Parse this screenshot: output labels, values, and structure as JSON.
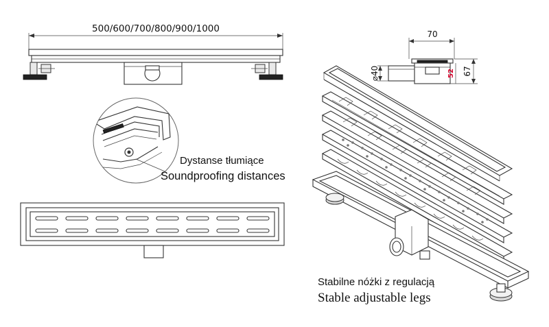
{
  "top_view": {
    "length_dimension": "500/600/700/800/900/1000"
  },
  "detail": {
    "label_pl": "Dystanse tłumiące",
    "label_en": "Soundproofing distances"
  },
  "cross_section": {
    "width_dimension": "70",
    "pipe_dimension": "⌀40",
    "height_dimension": "67",
    "inner_height_dimension": "52"
  },
  "exploded": {
    "label_pl": "Stabilne nóżki z regulacją",
    "label_en": "Stable adjustable legs"
  },
  "colors": {
    "line": "#333333",
    "highlight_dimension": "#d4002a",
    "background": "#ffffff"
  }
}
